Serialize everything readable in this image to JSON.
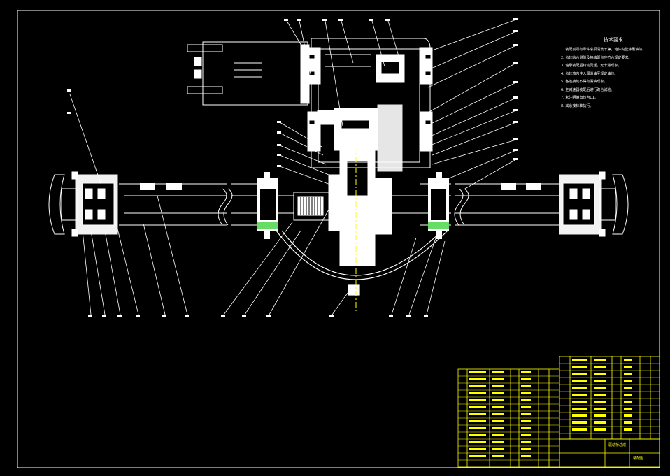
{
  "drawing": {
    "background": "#000000",
    "colors": {
      "outline": "#ffffff",
      "centerline": "#ffff00",
      "title_block": "#ffff00",
      "seal_accent": "#00c800",
      "section_fill": "#e0e0e0",
      "leader_lines": "#ffffff"
    }
  },
  "technical_notes": {
    "title": "技术要求",
    "items": [
      "1. 装配前所有零件必须清洗干净，箱体内壁涂耐油漆。",
      "2. 齿轮啮合侧隙及接触斑点应符合规定要求。",
      "3. 轴承装配后转动灵活，无卡滞现象。",
      "4. 齿轮箱内注入润滑油至规定油位。",
      "5. 各连接处不得有漏油现象。",
      "6. 主减速器装配后进行跑合试验。",
      "7. 未注明倒角均为C1。",
      "8. 其余按标准执行。"
    ]
  },
  "title_block": {
    "drawing_title": "驱动桥总成",
    "subtitle": "装配图"
  }
}
